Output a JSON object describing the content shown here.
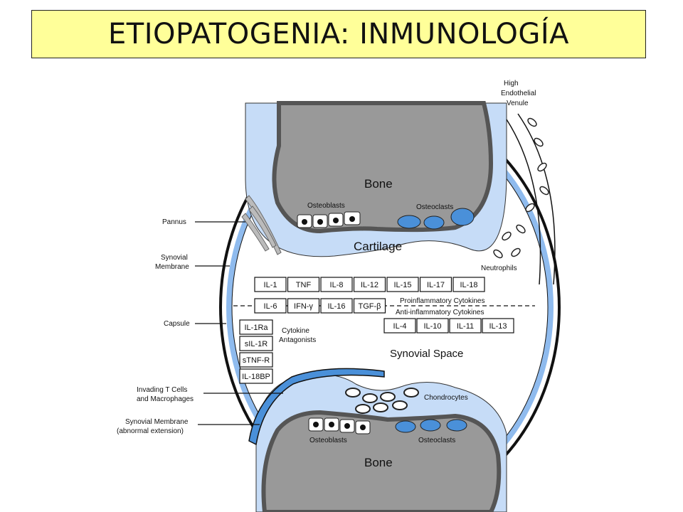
{
  "title": "ETIOPATOGENIA: INMUNOLOGÍA",
  "labels": {
    "bone_top": "Bone",
    "bone_bottom": "Bone",
    "cartilage": "Cartilage",
    "osteoblasts_top": "Osteoblasts",
    "osteoclasts_top": "Osteoclasts",
    "osteoblasts_bottom": "Osteoblasts",
    "osteoclasts_bottom": "Osteoclasts",
    "synovial_space": "Synovial Space",
    "chondrocytes": "Chondrocytes",
    "neutrophils": "Neutrophils",
    "venule_1": "High",
    "venule_2": "Endothelial",
    "venule_3": "Venule",
    "pannus": "Pannus",
    "synovial_membrane_1": "Synovial",
    "synovial_membrane_2": "Membrane",
    "capsule": "Capsule",
    "invading_1": "Invading T Cells",
    "invading_2": "and Macrophages",
    "abnormal_1": "Synovial Membrane",
    "abnormal_2": "(abnormal extension)",
    "antagonists_1": "Cytokine",
    "antagonists_2": "Antagonists",
    "proinflammatory": "Proinflammatory Cytokines",
    "antiinflammatory": "Anti-inflammatory Cytokines"
  },
  "proinflammatory_row1": [
    "IL-1",
    "TNF",
    "IL-8",
    "IL-12",
    "IL-15",
    "IL-17",
    "IL-18"
  ],
  "proinflammatory_row2": [
    "IL-6",
    "IFN-γ",
    "IL-16",
    "TGF-β"
  ],
  "antiinflammatory_row": [
    "IL-4",
    "IL-10",
    "IL-11",
    "IL-13"
  ],
  "antagonists": [
    "IL-1Ra",
    "sIL-1R",
    "sTNF-R",
    "IL-18BP"
  ],
  "colors": {
    "title_bg": "#ffff99",
    "bone": "#999999",
    "bone_edge": "#555555",
    "cartilage": "#c6dcf7",
    "membrane": "#7fb2ef",
    "cell_blue": "#4a90d9"
  }
}
